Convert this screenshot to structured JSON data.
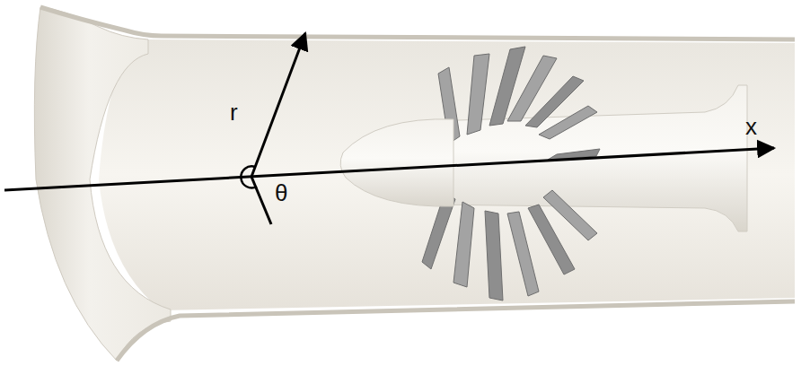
{
  "diagram": {
    "labels": [
      "r",
      "θ",
      "x"
    ]
  }
}
